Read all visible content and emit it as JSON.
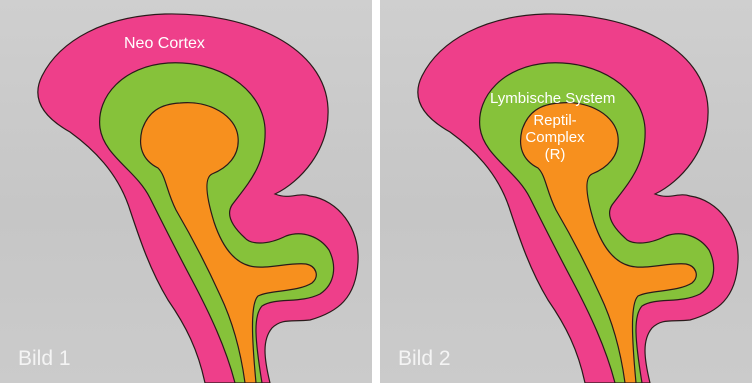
{
  "panels": [
    {
      "caption": "Bild 1",
      "labels": {
        "neo_cortex": "Neo Cortex"
      }
    },
    {
      "caption": "Bild 2",
      "labels": {
        "limbic": "Lymbische System",
        "reptile_line1": "Reptil-",
        "reptile_line2": "Complex",
        "reptile_line3": "(R)"
      }
    }
  ],
  "colors": {
    "background": "#c9c9c9",
    "neo_cortex": "#ee3f8a",
    "limbic": "#86c23a",
    "reptile": "#f7901e",
    "outline": "#2a1a1a",
    "label": "#ffffff"
  }
}
